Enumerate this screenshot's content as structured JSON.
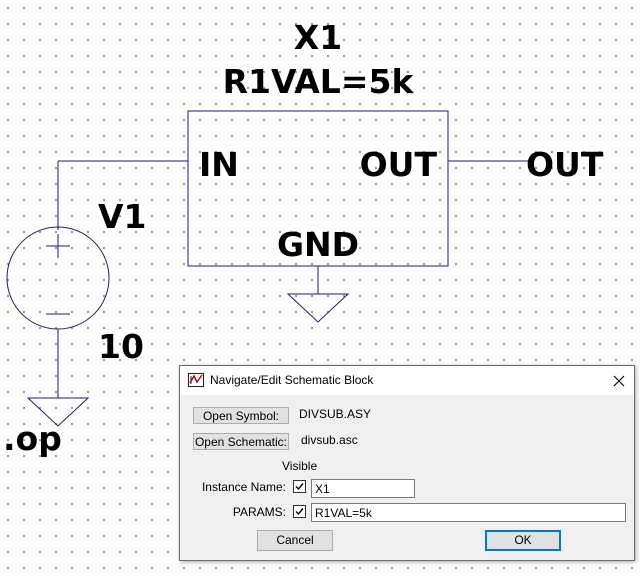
{
  "schematic": {
    "block_name": "X1",
    "block_param": "R1VAL=5k",
    "pin_in": "IN",
    "pin_out": "OUT",
    "pin_gnd": "GND",
    "net_out_label": "OUT",
    "source_name": "V1",
    "source_value": "10",
    "directive": ".op"
  },
  "dialog": {
    "title": "Navigate/Edit Schematic Block",
    "open_symbol_label": "Open Symbol:",
    "symbol_file": "DIVSUB.ASY",
    "open_schematic_label": "Open Schematic:",
    "schematic_file": "divsub.asc",
    "visible_header": "Visible",
    "instance_name_label": "Instance Name:",
    "instance_name_value": "X1",
    "instance_name_visible": true,
    "params_label": "PARAMS:",
    "params_value": "R1VAL=5k",
    "params_visible": true,
    "cancel_label": "Cancel",
    "ok_label": "OK"
  },
  "icons": {
    "title_icon": "ltspice-app-icon",
    "close": "close-icon",
    "check": "checkmark-icon"
  }
}
